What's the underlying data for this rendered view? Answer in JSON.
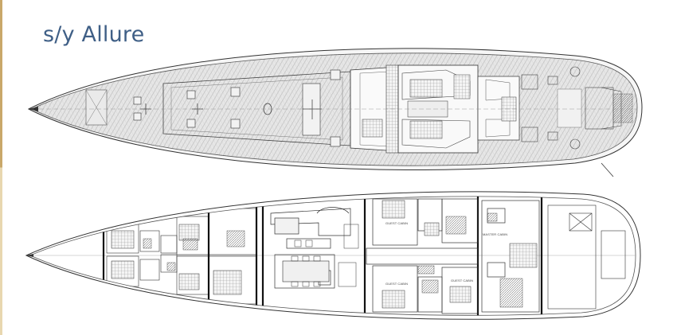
{
  "title": "s/y Allure",
  "accent_color": "#3f5f86",
  "plans": {
    "deck": {
      "name": "deck-plan"
    },
    "interior": {
      "name": "interior-plan",
      "labels": {
        "guest_cabin_upper": "GUEST CABIN",
        "master_cabin": "MASTER CABIN",
        "guest_cabin_lower_a": "GUEST CABIN",
        "guest_cabin_lower_b": "GUEST CABIN"
      }
    }
  }
}
